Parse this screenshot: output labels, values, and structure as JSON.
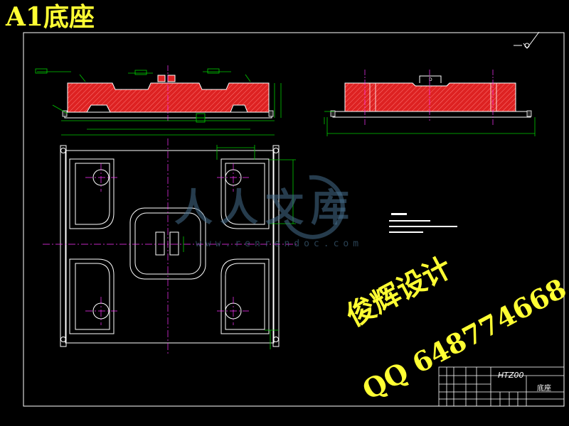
{
  "header": {
    "title": "A1底座"
  },
  "watermark": {
    "brand": "人人文库",
    "url": "www.renrendoc.com"
  },
  "designer": {
    "name": "俊辉设计",
    "qq": "QQ 648774668"
  },
  "title_block": {
    "code": "HTZ00",
    "part_name": "底座"
  },
  "colors": {
    "background": "#000000",
    "outline": "#ffffff",
    "section_fill": "#dd2222",
    "dimension": "#00cc00",
    "centerline": "#ff33ff",
    "highlight_text": "#ffff33",
    "watermark": "#4a7896"
  }
}
